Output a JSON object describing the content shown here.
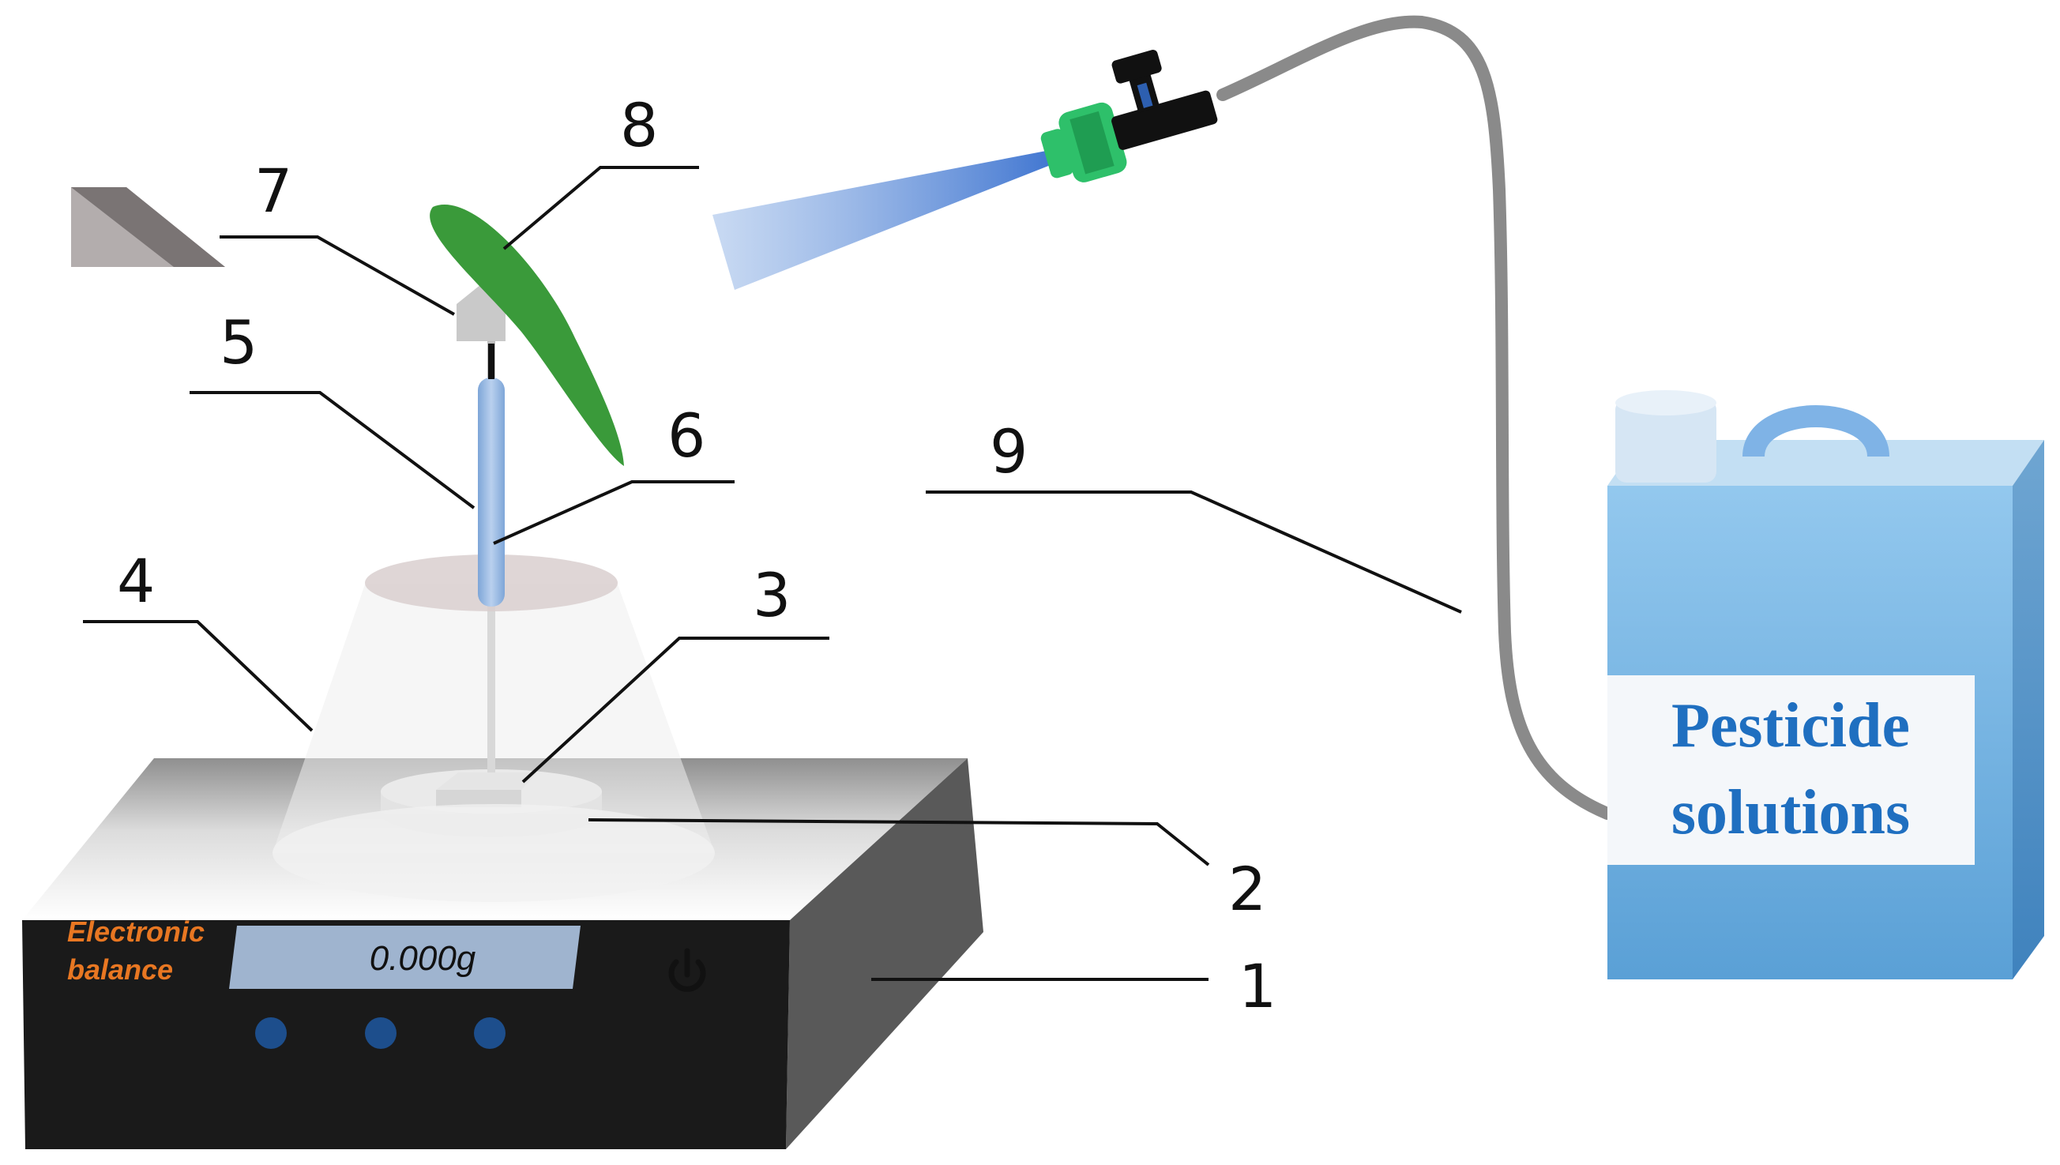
{
  "balance": {
    "brand_line1": "Electronic",
    "brand_line2": "balance",
    "reading": "0.000g",
    "power_icon": "power-icon",
    "button_count": 3
  },
  "container": {
    "label_line1": "Pesticide",
    "label_line2": "solutions"
  },
  "callouts": [
    {
      "id": "1",
      "text": "1"
    },
    {
      "id": "2",
      "text": "2"
    },
    {
      "id": "3",
      "text": "3"
    },
    {
      "id": "4",
      "text": "4"
    },
    {
      "id": "5",
      "text": "5"
    },
    {
      "id": "6",
      "text": "6"
    },
    {
      "id": "7",
      "text": "7"
    },
    {
      "id": "8",
      "text": "8"
    },
    {
      "id": "9",
      "text": "9"
    }
  ],
  "colors": {
    "brand_text": "#e87722",
    "container_label": "#1f6fc0",
    "leaf": "#3a9a3a",
    "nozzle": "#2ec06a",
    "spray": "#4f86d8",
    "hose": "#8a8a8a",
    "container_body": "#7fb9e3",
    "display_panel": "#9fb4cf",
    "button": "#1d4e8c"
  }
}
